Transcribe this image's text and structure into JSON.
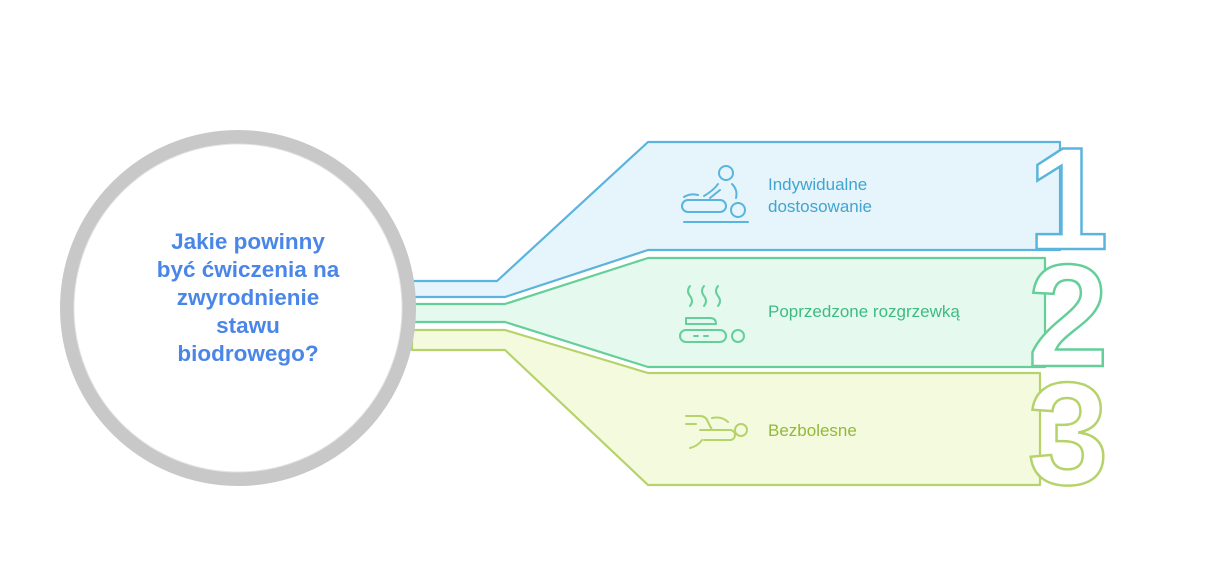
{
  "question": {
    "lines": [
      "Jakie powinny",
      "być ćwiczenia na",
      "zwyrodnienie",
      "stawu",
      "biodrowego?"
    ]
  },
  "items": [
    {
      "number": "1",
      "label_lines": [
        "Indywidualne",
        "dostosowanie"
      ],
      "icon": "massage-icon",
      "stroke": "#5ab4dd",
      "fill": "#e6f4fb"
    },
    {
      "number": "2",
      "label_lines": [
        "Poprzedzone rozgrzewką"
      ],
      "icon": "heat-warmup-icon",
      "stroke": "#64cf99",
      "fill": "#e6f9ef"
    },
    {
      "number": "3",
      "label_lines": [
        "Bezbolesne"
      ],
      "icon": "stretching-exercise-icon",
      "stroke": "#b5d36a",
      "fill": "#f4fade"
    }
  ],
  "colors": {
    "question_text": "#4a86e8",
    "circle_ring": "#c8c8c8"
  }
}
